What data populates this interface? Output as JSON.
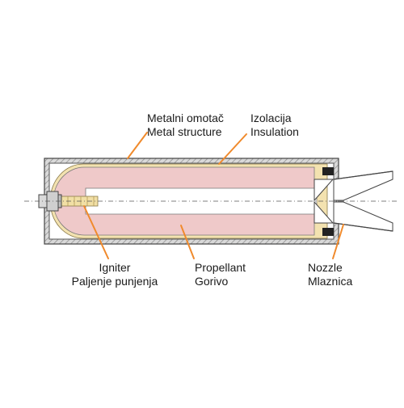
{
  "labels": {
    "metal_structure": {
      "line1": "Metalni omotač",
      "line2": "Metal structure"
    },
    "insulation": {
      "line1": "Izolacija",
      "line2": "Insulation"
    },
    "igniter": {
      "line1": "Igniter",
      "line2": "Paljenje punjenja"
    },
    "propellant": {
      "line1": "Propellant",
      "line2": "Gorivo"
    },
    "nozzle": {
      "line1": "Nozzle",
      "line2": "Mlaznica"
    }
  },
  "colors": {
    "leader": "#f08a2c",
    "propellant": "#efc9c9",
    "insulation": "#f3e2b0",
    "casing": "#d9d9d9",
    "igniter": "#f1dfa5",
    "outline": "#444444"
  }
}
